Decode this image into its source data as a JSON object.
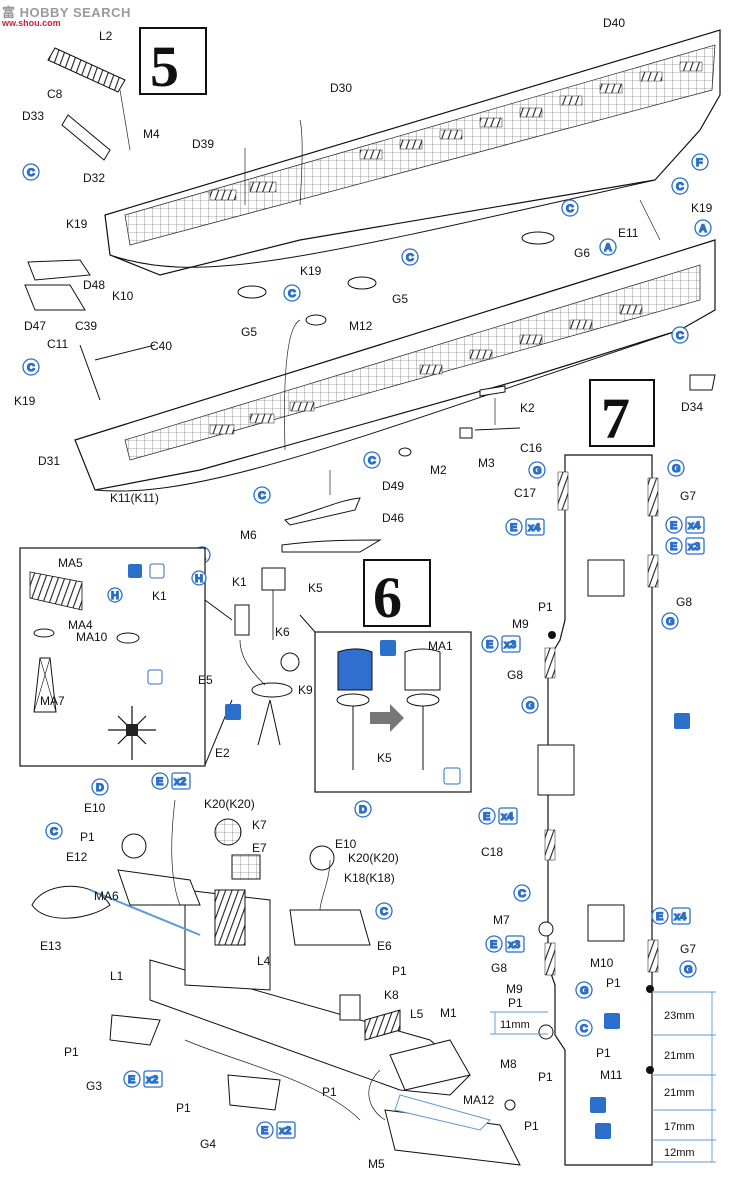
{
  "watermark": {
    "brand": "HOBBY SEARCH",
    "logo_text": "富",
    "site": "ww.shou.com"
  },
  "steps": [
    "5",
    "6",
    "7"
  ],
  "step5": {
    "labels": {
      "L2": "L2",
      "C8": "C8",
      "D33": "D33",
      "M4": "M4",
      "D32": "D32",
      "D30": "D30",
      "D39": "D39",
      "D40": "D40",
      "K19a": "K19",
      "K19b": "K19",
      "K19c": "K19",
      "K19d": "K19",
      "K10": "K10",
      "D48": "D48",
      "D47": "D47",
      "G5a": "G5",
      "G5b": "G5",
      "G6": "G6",
      "E11": "E11",
      "M12": "M12",
      "C39": "C39",
      "C40": "C40",
      "C11": "C11",
      "D31": "D31",
      "K11": "K11(K11)",
      "M6": "M6",
      "D49": "D49",
      "D46": "D46",
      "M2": "M2",
      "M3": "M3",
      "K2": "K2",
      "C16": "C16",
      "D34": "D34"
    },
    "letters": {
      "C": "C",
      "A": "A",
      "F": "F"
    }
  },
  "step6": {
    "labels": {
      "MA5": "MA5",
      "MA4": "MA4",
      "MA10": "MA10",
      "MA7": "MA7",
      "K1": "K1",
      "K1b": "K1",
      "K5": "K5",
      "K5b": "K5",
      "K6": "K6",
      "K9": "K9",
      "E5": "E5",
      "E2": "E2",
      "MA1": "MA1",
      "E10a": "E10",
      "E10b": "E10",
      "P1a": "P1",
      "E12": "E12",
      "K20a": "K20(K20)",
      "K20b": "K20(K20)",
      "K7": "K7",
      "E7": "E7",
      "MA6": "MA6",
      "E13": "E13",
      "L4": "L4",
      "L1": "L1",
      "K18": "K18(K18)",
      "E6": "E6",
      "P1b": "P1",
      "K8": "K8",
      "L5": "L5",
      "M1": "M1",
      "P1c": "P1",
      "G3": "G3",
      "P1d": "P1",
      "P1e": "P1",
      "G4": "G4",
      "MA12": "MA12",
      "P1f": "P1",
      "M5": "M5"
    },
    "letters": {
      "D": "D",
      "E": "E",
      "H": "H",
      "C": "C"
    },
    "counts": {
      "x2": "x2"
    }
  },
  "step7": {
    "labels": {
      "C17": "C17",
      "G7a": "G7",
      "G8a": "G8",
      "P1": "P1",
      "M9a": "M9",
      "G8b": "G8",
      "C18": "C18",
      "M7": "M7",
      "G8c": "G8",
      "M9b": "M9",
      "P1b": "P1",
      "M8": "M8",
      "P1c": "P1",
      "G7b": "G7",
      "M10": "M10",
      "P1d": "P1",
      "M11": "M11",
      "P1e": "P1"
    },
    "letters": {
      "G": "G",
      "E": "E",
      "C": "C"
    },
    "counts": {
      "x4": "x4",
      "x3": "x3"
    },
    "dimensions": [
      "23mm",
      "21mm",
      "21mm",
      "17mm",
      "12mm"
    ],
    "dim_11": "11mm"
  },
  "colors": {
    "callout_blue": "#2a6fc9",
    "ink": "#111111",
    "paint_blue": "#2f6fd0"
  }
}
